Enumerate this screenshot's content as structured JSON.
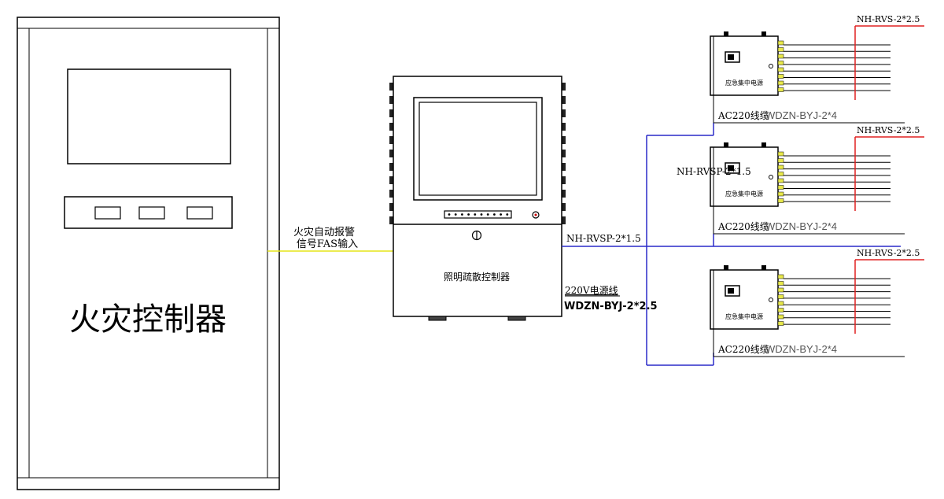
{
  "fire_controller": {
    "label": "火灾控制器"
  },
  "fas_signal": {
    "line1": "火灾自动报警",
    "line2": "信号FAS输入"
  },
  "lighting_controller": {
    "label": "照明疏散控制器"
  },
  "outgoing_cable": {
    "label": "NH-RVSP-2*1.5"
  },
  "power_line": {
    "title": "220V电源线",
    "cable": "WDZN-BYJ-2*2.5"
  },
  "overlap_label": "NH-RVSP-2*1.5",
  "power_boxes": [
    {
      "label": "应急集中电源",
      "supply_prefix": "AC220线缆",
      "supply_cable": "WDZN-BYJ-2*4",
      "output_cable": "NH-RVS-2*2.5"
    },
    {
      "label": "应急集中电源",
      "supply_prefix": "AC220线缆",
      "supply_cable": "WDZN-BYJ-2*4",
      "output_cable": "NH-RVS-2*2.5"
    },
    {
      "label": "应急集中电源",
      "supply_prefix": "AC220线缆",
      "supply_cable": "WDZN-BYJ-2*4",
      "output_cable": "NH-RVS-2*2.5"
    }
  ],
  "colors": {
    "signal_line": "#e6e619",
    "bus_line": "#2a2ac8",
    "output_line": "#e02020",
    "stroke": "#000000"
  }
}
